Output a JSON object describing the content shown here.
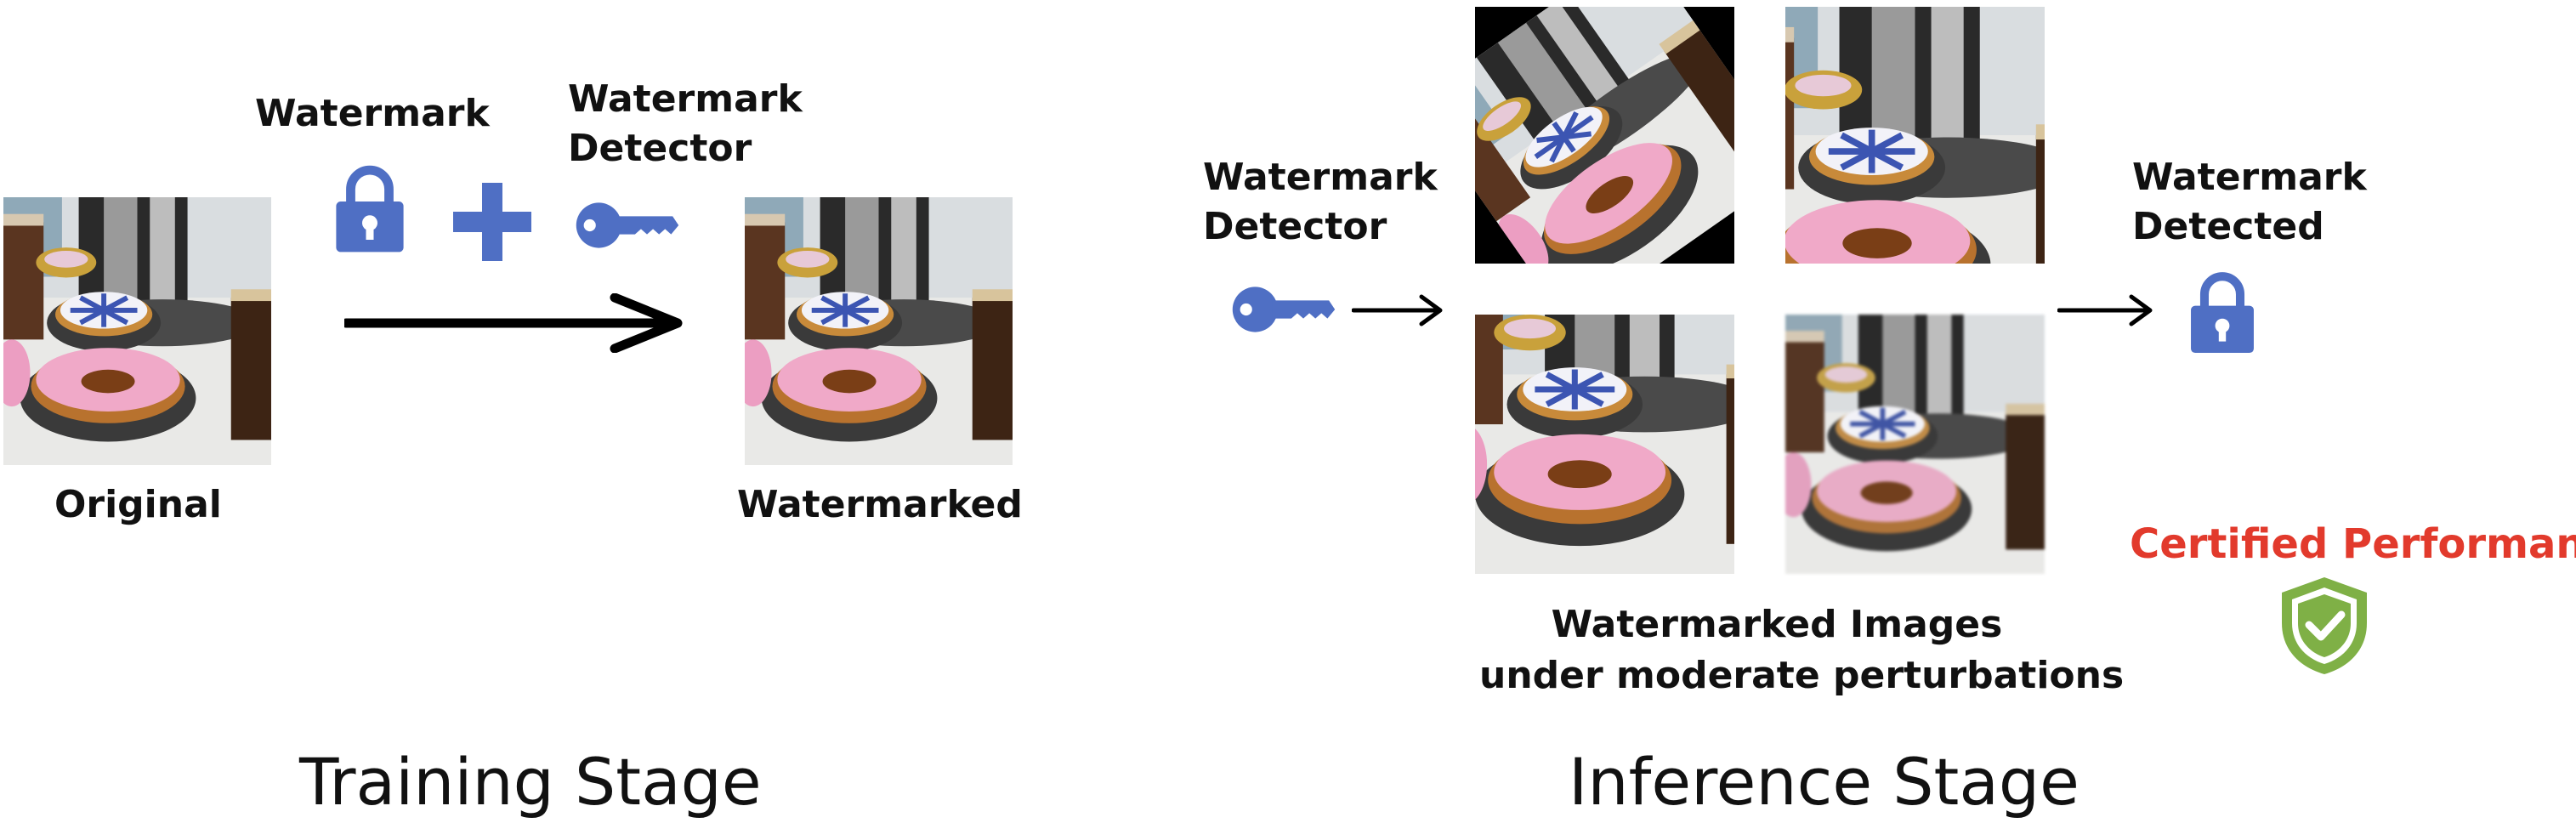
{
  "training": {
    "watermark_label": "Watermark",
    "detector_label_line1": "Watermark",
    "detector_label_line2": "Detector",
    "original_label": "Original",
    "watermarked_label": "Watermarked",
    "stage_title": "Training Stage"
  },
  "inference": {
    "detector_label_line1": "Watermark",
    "detector_label_line2": "Detector",
    "detected_label_line1": "Watermark",
    "detected_label_line2": "Detected",
    "caption_line1": "Watermarked Images",
    "caption_line2": "under moderate perturbations",
    "certified_label": "Certified Performance",
    "stage_title": "Inference Stage"
  },
  "icons": {
    "lock": "lock-icon",
    "plus": "plus-icon",
    "key": "key-icon",
    "shield": "shield-check-icon",
    "arrow": "arrow-right-icon"
  },
  "colors": {
    "icon_blue": "#4f6fc4",
    "certified_red": "#e23a2c",
    "shield_green": "#7fb046"
  }
}
